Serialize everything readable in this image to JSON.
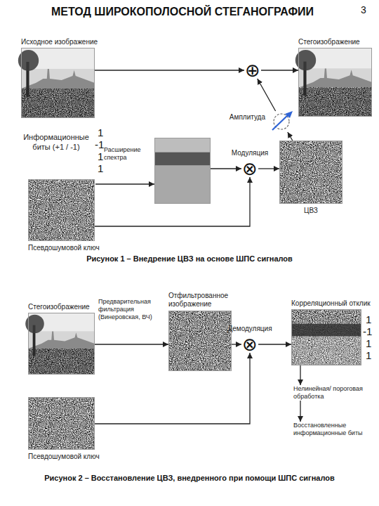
{
  "diagram": {
    "title": "МЕТОД ШИРОКОПОЛОСНОЙ СТЕГАНОГРАФИИ",
    "nodes": [
      {
        "text": [
          "Исходное изображение"
        ]
      },
      {
        "text": [
          "⊕"
        ]
      },
      {
        "text": [
          "Стегоизображение"
        ]
      },
      {
        "text": [
          "Амплитуда"
        ]
      },
      {
        "text": [
          "Информационные биты (+1 / -1)"
        ]
      },
      {
        "text": [
          "Расширение спектра"
        ]
      },
      {
        "text": [
          "Модуляция",
          "⊗"
        ]
      },
      {
        "text": [
          "ЦВЗ"
        ]
      },
      {
        "text": [
          "Псевдошумовой ключ"
        ]
      },
      {
        "text": [
          "Стегоизображение"
        ]
      },
      {
        "text": [
          "Отфильтрованное изображение"
        ]
      },
      {
        "text": [
          "Демодуляция",
          "⊗"
        ]
      },
      {
        "text": [
          "Корреляционный отклик"
        ]
      },
      {
        "text": [
          "Нелинейная/ пороговая обработка"
        ]
      },
      {
        "text": [
          "Восстановленные информационные биты"
        ]
      },
      {
        "text": [
          "Псевдошумовой ключ"
        ]
      }
    ],
    "edges": [
      {
        "from": 0,
        "to": 1,
        "arrow": "to"
      },
      {
        "from": 1,
        "to": 2,
        "arrow": "to"
      },
      {
        "from": 3,
        "to": 1,
        "arrow": "to"
      },
      {
        "from": 7,
        "to": 3,
        "arrow": "to"
      },
      {
        "from": 4,
        "to": 5,
        "arrow": "to"
      },
      {
        "from": 5,
        "to": 6,
        "arrow": "to"
      },
      {
        "from": 8,
        "to": 6,
        "arrow": "to"
      },
      {
        "from": 6,
        "to": 7,
        "arrow": "to"
      },
      {
        "from": 9,
        "to": 10,
        "label": "Предварительная фильтрация (Винеровская, ВЧ)",
        "arrow": "to"
      },
      {
        "from": 10,
        "to": 11,
        "arrow": "to"
      },
      {
        "from": 11,
        "to": 12,
        "arrow": "to"
      },
      {
        "from": 15,
        "to": 11,
        "arrow": "to"
      },
      {
        "from": 12,
        "to": 13,
        "arrow": "to"
      },
      {
        "from": 13,
        "to": 14,
        "arrow": "to"
      }
    ],
    "labels": [
      "3",
      "1",
      "-1",
      "1",
      "1",
      "1",
      "-1",
      "1",
      "1",
      "Рисунок 1 – Внедрение ЦВЗ на основе ШПС сигналов",
      "Рисунок 2 – Восстановление ЦВЗ, внедренного при помощи ШПС сигналов"
    ]
  }
}
